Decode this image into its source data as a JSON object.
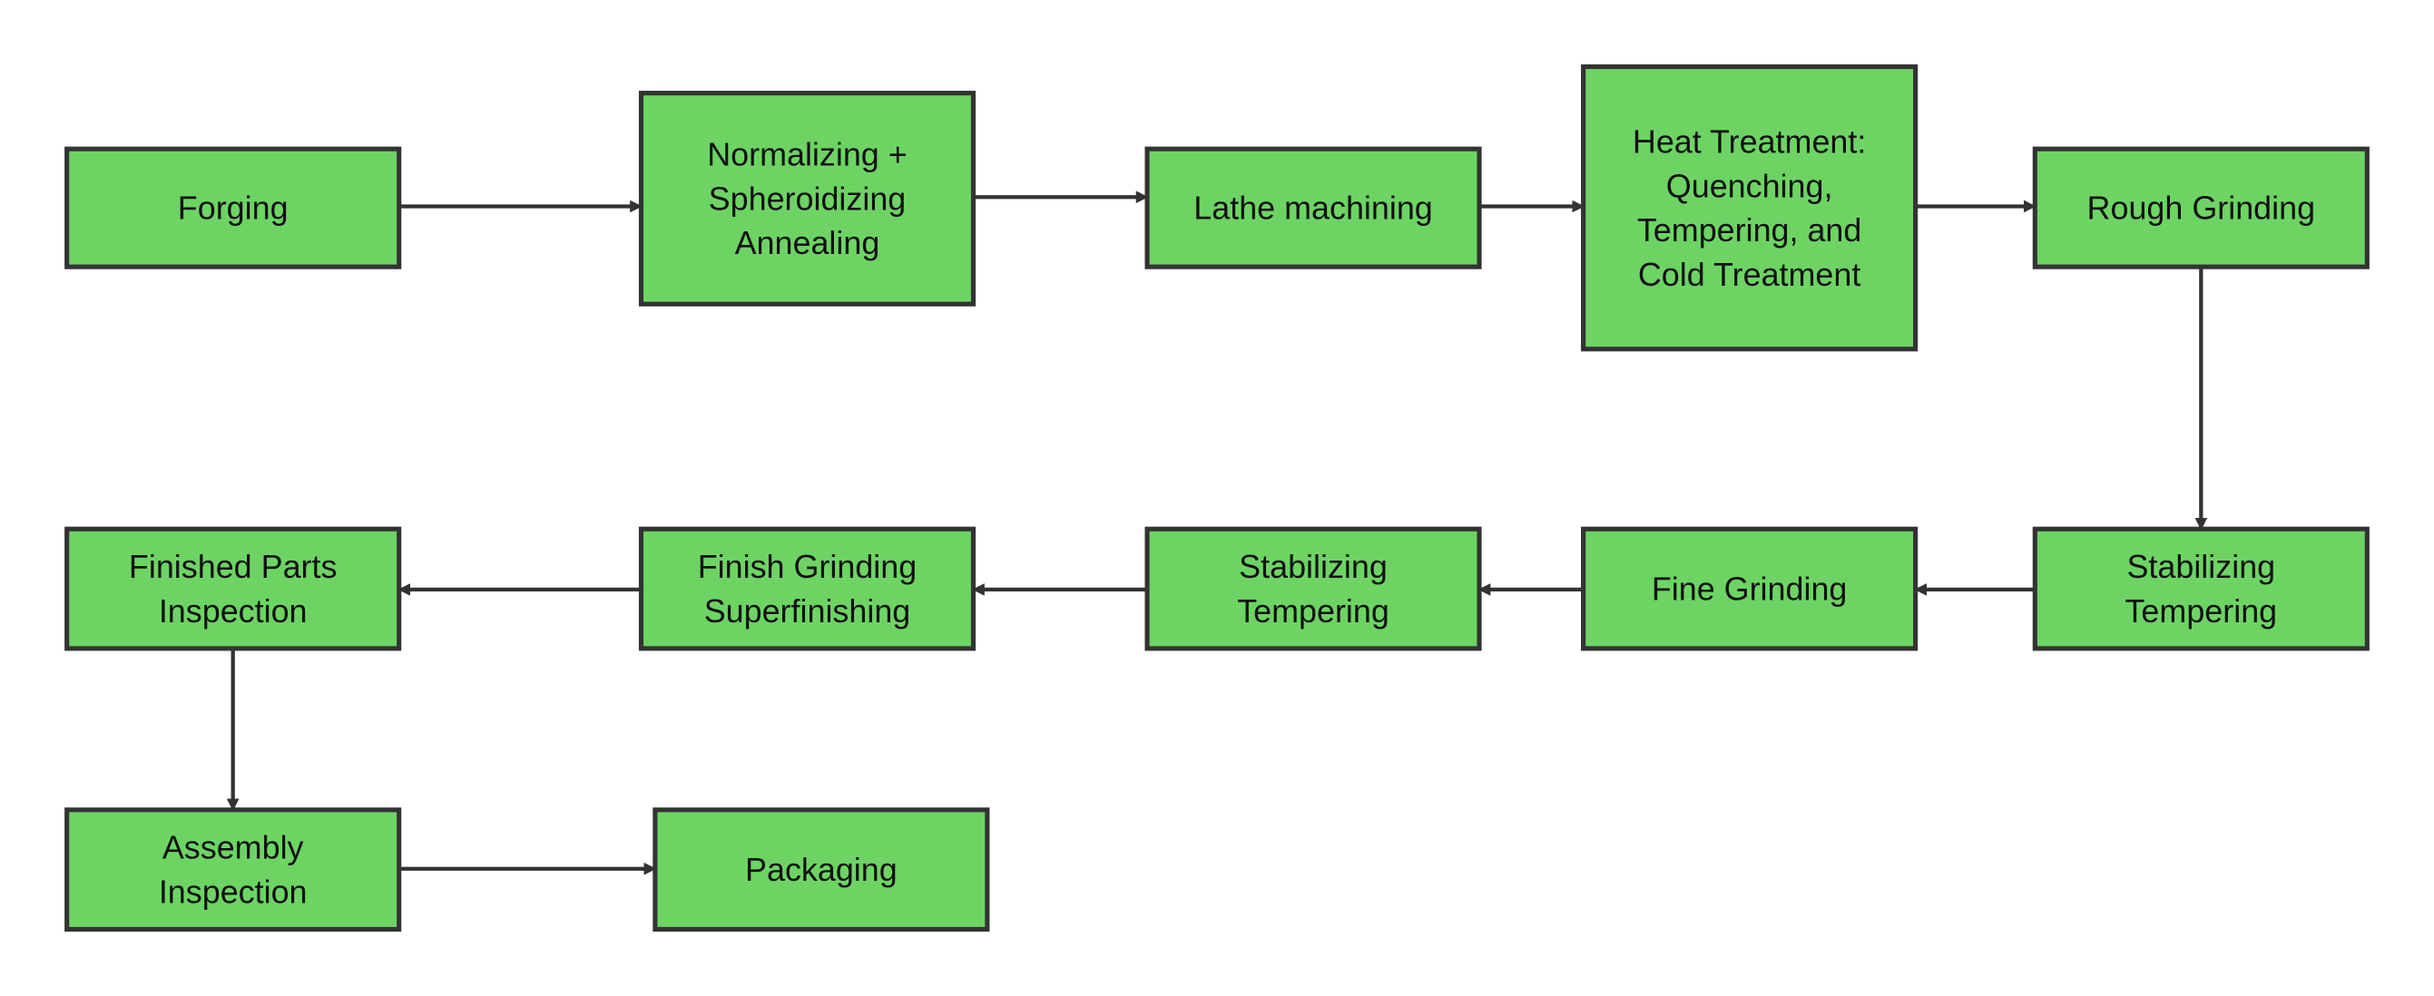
{
  "diagram": {
    "type": "flowchart",
    "colors": {
      "node_fill": "#6dd464",
      "node_stroke": "#333333",
      "edge": "#333333"
    },
    "nodes": {
      "forging": {
        "lines": [
          "Forging"
        ]
      },
      "normalizing": {
        "lines": [
          "Normalizing +",
          "Spheroidizing",
          "Annealing"
        ]
      },
      "lathe": {
        "lines": [
          "Lathe machining"
        ]
      },
      "heat": {
        "lines": [
          "Heat Treatment:",
          "Quenching,",
          "Tempering, and",
          "Cold Treatment"
        ]
      },
      "rough": {
        "lines": [
          "Rough Grinding"
        ]
      },
      "stab1": {
        "lines": [
          "Stabilizing",
          "Tempering"
        ]
      },
      "fine": {
        "lines": [
          "Fine Grinding"
        ]
      },
      "stab2": {
        "lines": [
          "Stabilizing",
          "Tempering"
        ]
      },
      "finish": {
        "lines": [
          "Finish Grinding",
          "Superfinishing"
        ]
      },
      "inspect": {
        "lines": [
          "Finished Parts",
          "Inspection"
        ]
      },
      "assembly": {
        "lines": [
          "Assembly",
          "Inspection"
        ]
      },
      "packaging": {
        "lines": [
          "Packaging"
        ]
      }
    },
    "edges": [
      [
        "forging",
        "normalizing"
      ],
      [
        "normalizing",
        "lathe"
      ],
      [
        "lathe",
        "heat"
      ],
      [
        "heat",
        "rough"
      ],
      [
        "rough",
        "stab1"
      ],
      [
        "stab1",
        "fine"
      ],
      [
        "fine",
        "stab2"
      ],
      [
        "stab2",
        "finish"
      ],
      [
        "finish",
        "inspect"
      ],
      [
        "inspect",
        "assembly"
      ],
      [
        "assembly",
        "packaging"
      ]
    ]
  }
}
